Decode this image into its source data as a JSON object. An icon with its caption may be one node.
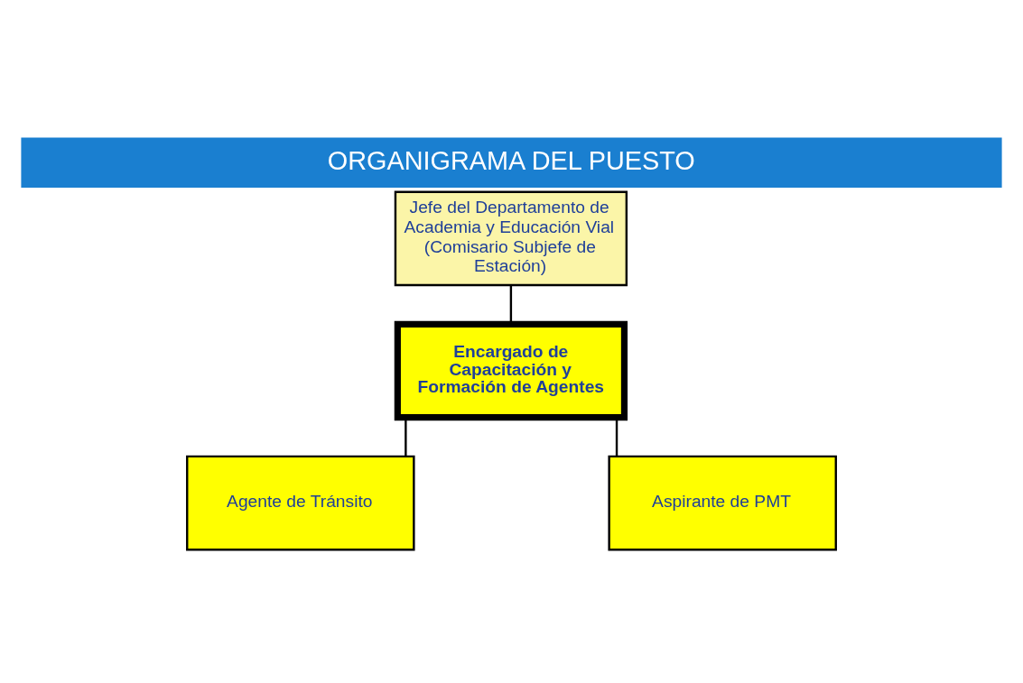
{
  "diagram": {
    "title": "ORGANIGRAMA DEL PUESTO",
    "nodes": [
      {
        "text": [
          "Jefe del Departamento de Academia y Educación Vial (Comisario Subjefe de Estación)"
        ]
      },
      {
        "text": [
          "Encargado de Capacitación y Formación de Agentes"
        ]
      },
      {
        "text": [
          "Agente de Tránsito"
        ]
      },
      {
        "text": [
          "Aspirante de PMT"
        ]
      }
    ],
    "edges": [
      {
        "from": 0,
        "to": 1,
        "arrow": "none"
      },
      {
        "from": 1,
        "to": 2,
        "arrow": "none"
      },
      {
        "from": 1,
        "to": 3,
        "arrow": "none"
      }
    ]
  }
}
